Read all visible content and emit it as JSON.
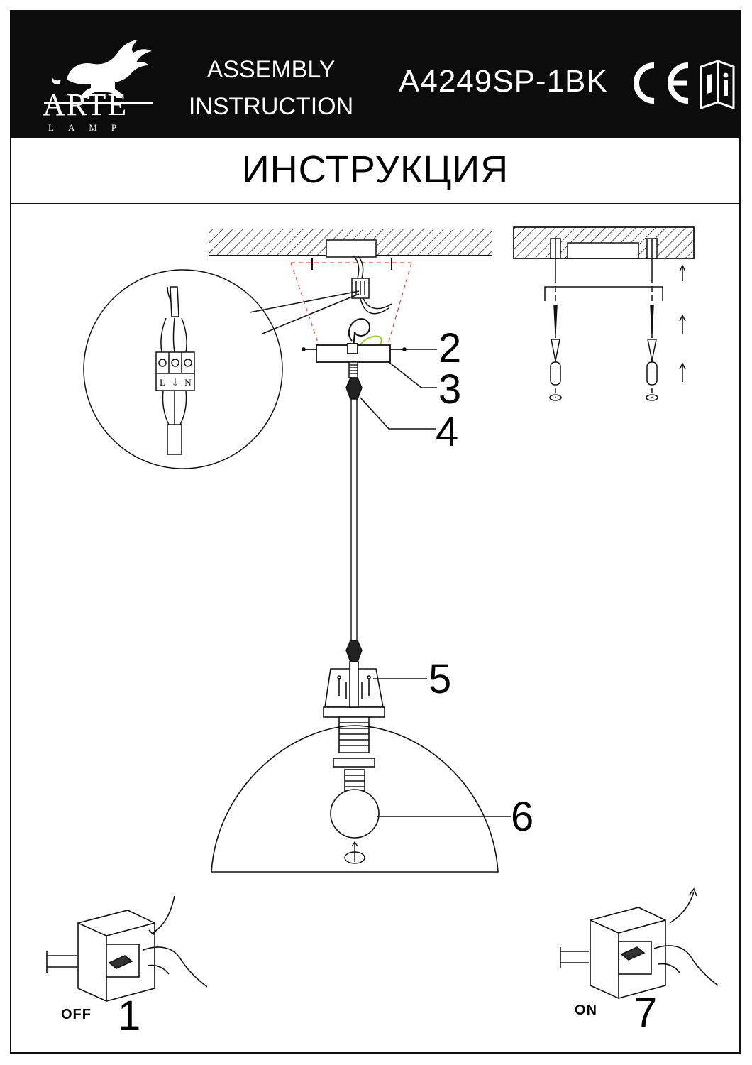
{
  "header": {
    "brand": "ARTE",
    "brand_sub": "LAMP",
    "title_line1": "ASSEMBLY",
    "title_line2": "INSTRUCTION",
    "model": "A4249SP-1BK",
    "marks": [
      "ce-mark-icon",
      "info-booklet-icon"
    ]
  },
  "subtitle": "ИНСТРУКЦИЯ",
  "wiring": {
    "terminal_labels": [
      "L",
      "⏚",
      "N"
    ]
  },
  "callouts": {
    "c2": "2",
    "c3": "3",
    "c4": "4",
    "c5": "5",
    "c6": "6"
  },
  "switches": {
    "off_label": "OFF",
    "off_step": "1",
    "on_label": "ON",
    "on_step": "7"
  },
  "colors": {
    "ink": "#111111",
    "wire_green": "#9bd12a",
    "dash_red": "#d9534f",
    "header_bg": "#0c0c0c"
  }
}
